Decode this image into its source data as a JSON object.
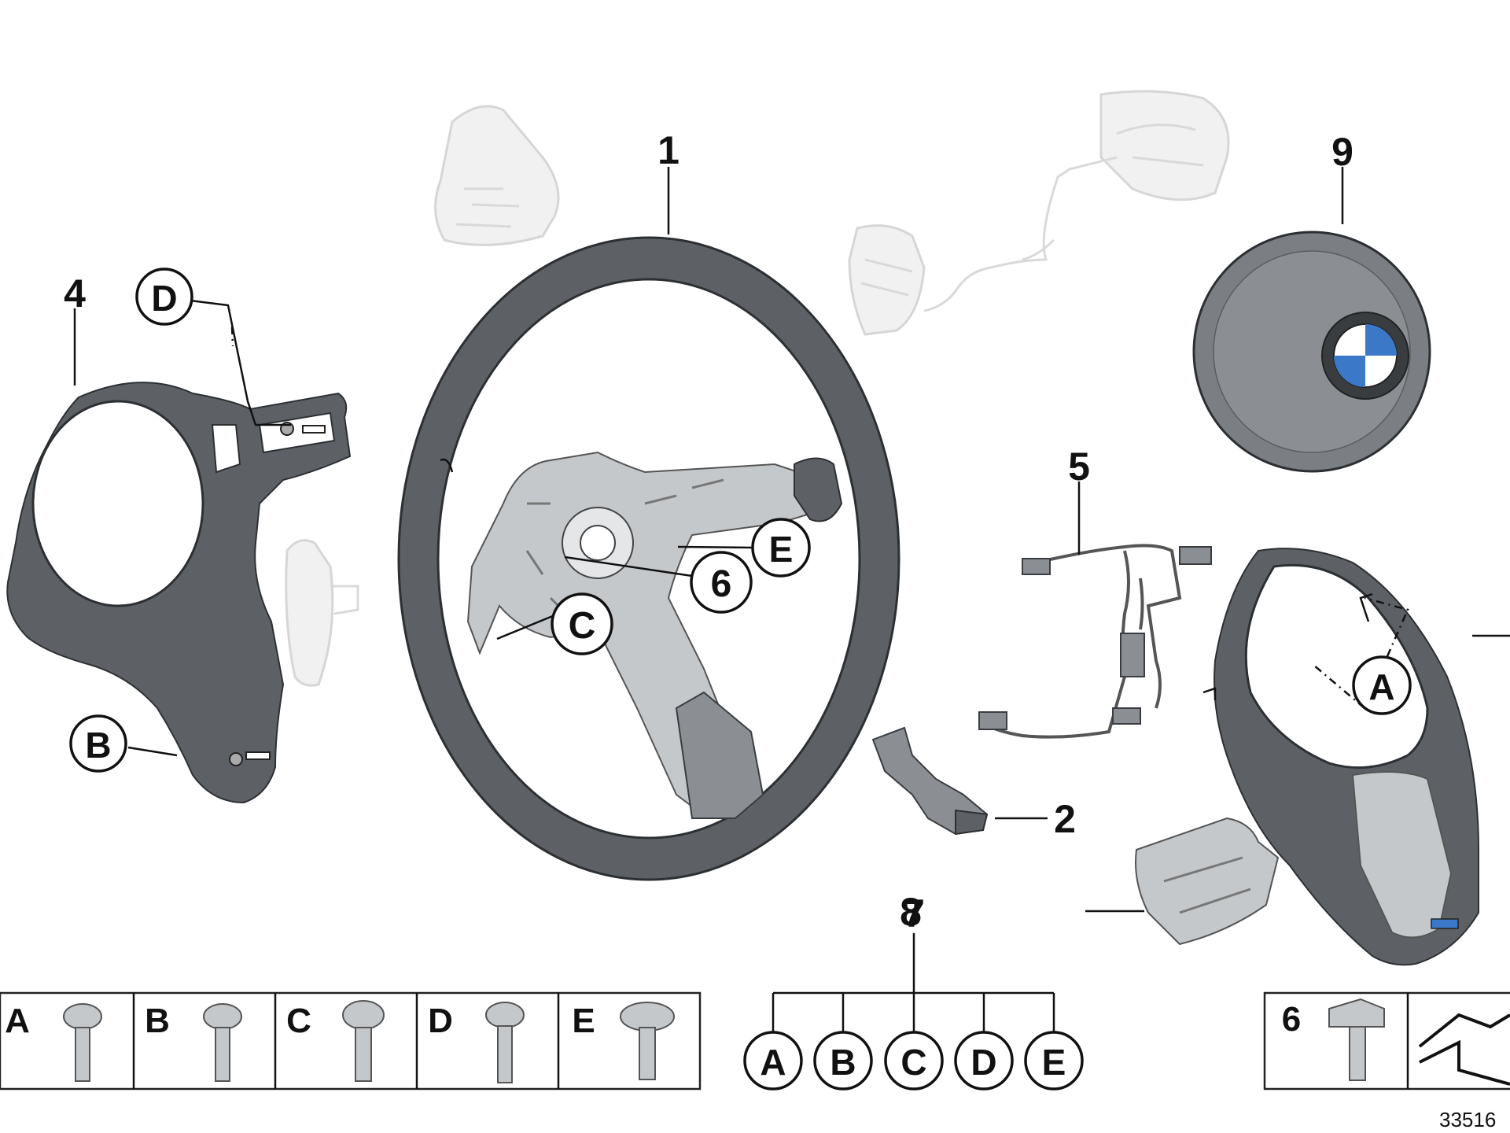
{
  "diagram": {
    "part_numbers": [
      "1",
      "2",
      "4",
      "5",
      "6",
      "7",
      "8",
      "9"
    ],
    "reference_letters": [
      "A",
      "B",
      "C",
      "D",
      "E"
    ],
    "screw_table": {
      "cells": [
        {
          "letter": "A"
        },
        {
          "letter": "B"
        },
        {
          "letter": "C"
        },
        {
          "letter": "D"
        },
        {
          "letter": "E"
        }
      ]
    },
    "part7_set": [
      "A",
      "B",
      "C",
      "D",
      "E"
    ],
    "bottom_right_box": {
      "number": "6"
    },
    "drawing_id": "33516",
    "colors": {
      "ink": "#111111",
      "ghost_parts": "#f1f1f1",
      "leather": "#5d6166",
      "metal": "#c5c8cb"
    }
  }
}
